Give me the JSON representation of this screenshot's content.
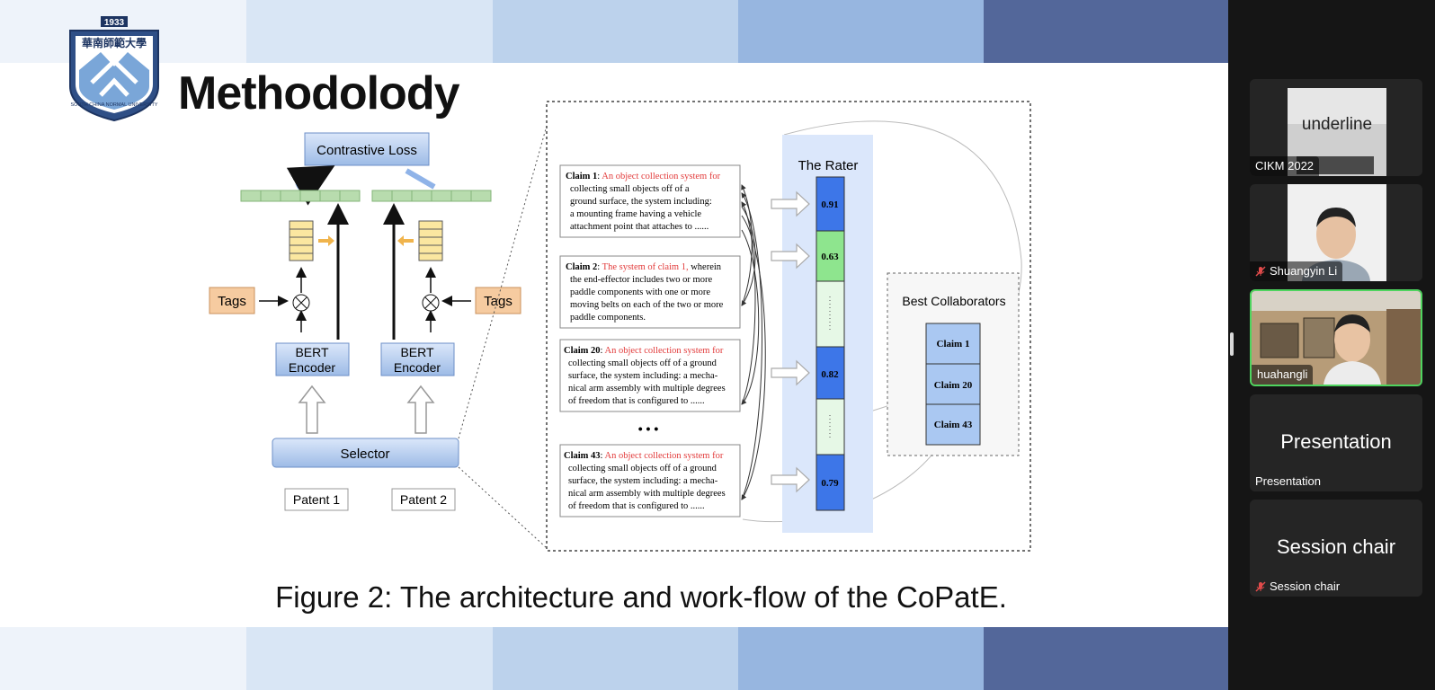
{
  "slide": {
    "title": "Methodolody",
    "logo": {
      "year": "1933",
      "name_cn": "華南師範大學",
      "name_en": "SOUTH CHINA NORMAL UNIVERSITY"
    },
    "caption": "Figure 2: The architecture and work-flow of the CoPatE.",
    "figure": {
      "contrastive_loss": "Contrastive Loss",
      "tags_left": "Tags",
      "tags_right": "Tags",
      "encoder_left_l1": "BERT",
      "encoder_left_l2": "Encoder",
      "encoder_right_l1": "BERT",
      "encoder_right_l2": "Encoder",
      "selector": "Selector",
      "patent1": "Patent 1",
      "patent2": "Patent 2",
      "rater_title": "The Rater",
      "best_title": "Best Collaborators",
      "best_claims": [
        "Claim 1",
        "Claim 20",
        "Claim 43"
      ],
      "scores": [
        "0.91",
        "0.63",
        "0.82",
        "0.79"
      ],
      "ellipsis": "• • •",
      "claims": [
        {
          "label": "Claim 1",
          "red": "An object collection system for",
          "lines": [
            "collecting small objects off of a",
            "ground surface, the system including:",
            "a mounting frame having a vehicle",
            "attachment point that attaches to ......"
          ]
        },
        {
          "label": "Claim 2",
          "red": "The system of claim 1,",
          "rest": " wherein",
          "lines": [
            "the end-effector includes two or more",
            "paddle components with one or more",
            "moving belts on each of the two or more",
            "paddle components."
          ]
        },
        {
          "label": "Claim 20",
          "red": "An object collection system for",
          "lines": [
            "collecting small objects off of a ground",
            "surface, the system including: a mecha-",
            "nical arm assembly with multiple degrees",
            "of freedom that is configured to ......"
          ]
        },
        {
          "label": "Claim 43",
          "red": "An object collection system for",
          "lines": [
            "collecting small objects off of a ground",
            "surface, the system including: a mecha-",
            "nical arm assembly with multiple degrees",
            "of freedom that is configured to ......"
          ]
        }
      ]
    }
  },
  "participants": [
    {
      "name": "CIKM 2022",
      "video_text": "underline",
      "muted": false,
      "active": false
    },
    {
      "name": "Shuangyin Li",
      "muted": true,
      "active": false
    },
    {
      "name": "huahangli",
      "muted": false,
      "active": true
    },
    {
      "name": "Presentation",
      "big": "Presentation",
      "muted": false,
      "active": false
    },
    {
      "name": "Session chair",
      "big": "Session chair",
      "muted": true,
      "active": false
    }
  ],
  "colors": {
    "rater_bg": "#dbe7fb",
    "score_blue": "#3d76e8",
    "score_green": "#8ee58e",
    "score_light": "#e6f8e6",
    "box_blue": "#aac8f2",
    "tags": "#f6cba0",
    "active_border": "#4fd45f"
  }
}
